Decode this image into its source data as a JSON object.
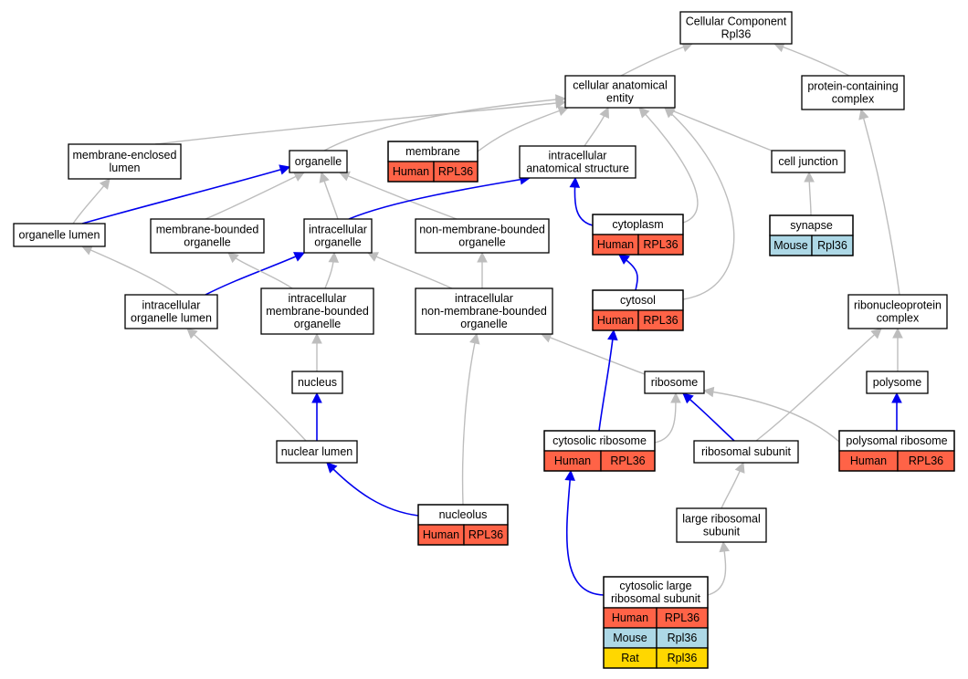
{
  "colors": {
    "human": "#ff6347",
    "mouse": "#add8e6",
    "rat": "#ffd700",
    "edge_is_a": "#bdbdbd",
    "edge_part_of": "#0000ee"
  },
  "nodes": [
    {
      "id": "cc",
      "lines": [
        "Cellular Component",
        "Rpl36"
      ]
    },
    {
      "id": "cae",
      "lines": [
        "cellular anatomical",
        "entity"
      ]
    },
    {
      "id": "pcc",
      "lines": [
        "protein-containing",
        "complex"
      ]
    },
    {
      "id": "mel",
      "lines": [
        "membrane-enclosed",
        "lumen"
      ]
    },
    {
      "id": "organelle",
      "lines": [
        "organelle"
      ]
    },
    {
      "id": "membrane",
      "lines": [
        "membrane"
      ],
      "species": [
        {
          "org": "human",
          "label": "Human",
          "gene": "RPL36"
        }
      ]
    },
    {
      "id": "ias",
      "lines": [
        "intracellular",
        "anatomical structure"
      ]
    },
    {
      "id": "cj",
      "lines": [
        "cell junction"
      ]
    },
    {
      "id": "ol",
      "lines": [
        "organelle lumen"
      ]
    },
    {
      "id": "mbo",
      "lines": [
        "membrane-bounded",
        "organelle"
      ]
    },
    {
      "id": "io",
      "lines": [
        "intracellular",
        "organelle"
      ]
    },
    {
      "id": "nmbo",
      "lines": [
        "non-membrane-bounded",
        "organelle"
      ]
    },
    {
      "id": "cytoplasm",
      "lines": [
        "cytoplasm"
      ],
      "species": [
        {
          "org": "human",
          "label": "Human",
          "gene": "RPL36"
        }
      ]
    },
    {
      "id": "synapse",
      "lines": [
        "synapse"
      ],
      "species": [
        {
          "org": "mouse",
          "label": "Mouse",
          "gene": "Rpl36"
        }
      ]
    },
    {
      "id": "iol",
      "lines": [
        "intracellular",
        "organelle lumen"
      ]
    },
    {
      "id": "imbo",
      "lines": [
        "intracellular",
        "membrane-bounded",
        "organelle"
      ]
    },
    {
      "id": "inmbo",
      "lines": [
        "intracellular",
        "non-membrane-bounded",
        "organelle"
      ]
    },
    {
      "id": "cytosol",
      "lines": [
        "cytosol"
      ],
      "species": [
        {
          "org": "human",
          "label": "Human",
          "gene": "RPL36"
        }
      ]
    },
    {
      "id": "rnp",
      "lines": [
        "ribonucleoprotein",
        "complex"
      ]
    },
    {
      "id": "nucleus",
      "lines": [
        "nucleus"
      ]
    },
    {
      "id": "ribosome",
      "lines": [
        "ribosome"
      ]
    },
    {
      "id": "polysome",
      "lines": [
        "polysome"
      ]
    },
    {
      "id": "nl",
      "lines": [
        "nuclear lumen"
      ]
    },
    {
      "id": "cr",
      "lines": [
        "cytosolic ribosome"
      ],
      "species": [
        {
          "org": "human",
          "label": "Human",
          "gene": "RPL36"
        }
      ]
    },
    {
      "id": "rs",
      "lines": [
        "ribosomal subunit"
      ]
    },
    {
      "id": "pr",
      "lines": [
        "polysomal ribosome"
      ],
      "species": [
        {
          "org": "human",
          "label": "Human",
          "gene": "RPL36"
        }
      ]
    },
    {
      "id": "nucleolus",
      "lines": [
        "nucleolus"
      ],
      "species": [
        {
          "org": "human",
          "label": "Human",
          "gene": "RPL36"
        }
      ]
    },
    {
      "id": "lrs",
      "lines": [
        "large ribosomal",
        "subunit"
      ]
    },
    {
      "id": "clrs",
      "lines": [
        "cytosolic large",
        "ribosomal subunit"
      ],
      "species": [
        {
          "org": "human",
          "label": "Human",
          "gene": "RPL36"
        },
        {
          "org": "mouse",
          "label": "Mouse",
          "gene": "Rpl36"
        },
        {
          "org": "rat",
          "label": "Rat",
          "gene": "Rpl36"
        }
      ]
    }
  ],
  "edges": [
    {
      "from": "cae",
      "to": "cc",
      "type": "is_a"
    },
    {
      "from": "pcc",
      "to": "cc",
      "type": "is_a"
    },
    {
      "from": "mel",
      "to": "cae",
      "type": "is_a"
    },
    {
      "from": "organelle",
      "to": "cae",
      "type": "is_a"
    },
    {
      "from": "membrane",
      "to": "cae",
      "type": "is_a"
    },
    {
      "from": "ias",
      "to": "cae",
      "type": "is_a"
    },
    {
      "from": "cj",
      "to": "cae",
      "type": "is_a"
    },
    {
      "from": "cytoplasm",
      "to": "cae",
      "type": "is_a"
    },
    {
      "from": "cytosol",
      "to": "cae",
      "type": "is_a"
    },
    {
      "from": "ol",
      "to": "mel",
      "type": "is_a"
    },
    {
      "from": "ol",
      "to": "organelle",
      "type": "part_of"
    },
    {
      "from": "mbo",
      "to": "organelle",
      "type": "is_a"
    },
    {
      "from": "io",
      "to": "organelle",
      "type": "is_a"
    },
    {
      "from": "nmbo",
      "to": "organelle",
      "type": "is_a"
    },
    {
      "from": "io",
      "to": "ias",
      "type": "part_of"
    },
    {
      "from": "cytoplasm",
      "to": "ias",
      "type": "part_of"
    },
    {
      "from": "synapse",
      "to": "cj",
      "type": "is_a"
    },
    {
      "from": "iol",
      "to": "ol",
      "type": "is_a"
    },
    {
      "from": "iol",
      "to": "io",
      "type": "part_of"
    },
    {
      "from": "imbo",
      "to": "mbo",
      "type": "is_a"
    },
    {
      "from": "imbo",
      "to": "io",
      "type": "is_a"
    },
    {
      "from": "inmbo",
      "to": "io",
      "type": "is_a"
    },
    {
      "from": "inmbo",
      "to": "nmbo",
      "type": "is_a"
    },
    {
      "from": "cytosol",
      "to": "cytoplasm",
      "type": "part_of"
    },
    {
      "from": "rnp",
      "to": "pcc",
      "type": "is_a"
    },
    {
      "from": "nucleus",
      "to": "imbo",
      "type": "is_a"
    },
    {
      "from": "nl",
      "to": "iol",
      "type": "is_a"
    },
    {
      "from": "nl",
      "to": "nucleus",
      "type": "part_of"
    },
    {
      "from": "nucleolus",
      "to": "nl",
      "type": "part_of"
    },
    {
      "from": "nucleolus",
      "to": "inmbo",
      "type": "is_a"
    },
    {
      "from": "ribosome",
      "to": "inmbo",
      "type": "is_a"
    },
    {
      "from": "cr",
      "to": "cytosol",
      "type": "part_of"
    },
    {
      "from": "cr",
      "to": "ribosome",
      "type": "is_a"
    },
    {
      "from": "rs",
      "to": "ribosome",
      "type": "part_of"
    },
    {
      "from": "rs",
      "to": "rnp",
      "type": "is_a"
    },
    {
      "from": "polysome",
      "to": "rnp",
      "type": "is_a"
    },
    {
      "from": "pr",
      "to": "ribosome",
      "type": "is_a"
    },
    {
      "from": "pr",
      "to": "polysome",
      "type": "part_of"
    },
    {
      "from": "lrs",
      "to": "rs",
      "type": "is_a"
    },
    {
      "from": "clrs",
      "to": "cr",
      "type": "part_of"
    },
    {
      "from": "clrs",
      "to": "lrs",
      "type": "is_a"
    }
  ]
}
